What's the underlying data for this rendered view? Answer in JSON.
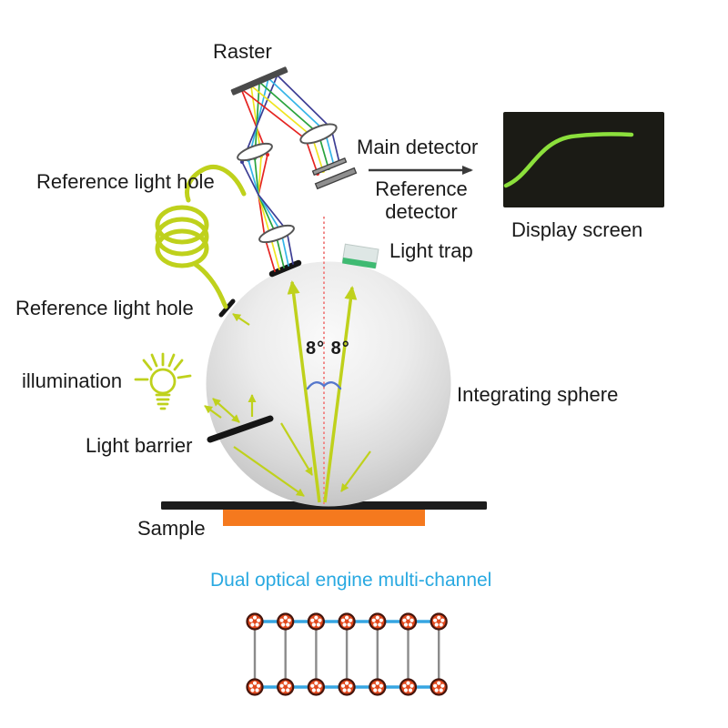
{
  "labels": {
    "raster": "Raster",
    "reference_light_hole_top": "Reference light hole",
    "reference_light_hole_side": "Reference light hole",
    "main_detector": "Main detector",
    "reference_detector": "Reference detector",
    "display_screen": "Display screen",
    "light_trap": "Light trap",
    "illumination": "illumination",
    "light_barrier": "Light barrier",
    "integrating_sphere": "Integrating sphere",
    "sample": "Sample",
    "angle": "8° 8°"
  },
  "dual_channel": {
    "title": "Dual optical engine multi-channel",
    "channels": 7,
    "rows": 2
  },
  "colors": {
    "lime": "#bfd11c",
    "curve": "#8ce03c",
    "orange": "#f5791e",
    "ladder_blue": "#36a5e2",
    "title_blue": "#29a9e1",
    "node_fill": "#e2481c",
    "node_ring": "#46150c",
    "red": "#e52421",
    "yellow": "#efe521",
    "green": "#2aa33d",
    "cyan": "#36b5e8",
    "blue": "#3d3e95",
    "screen": "#1b1b15",
    "dotline": "#f08a8a",
    "text": "#1a1a1a"
  }
}
